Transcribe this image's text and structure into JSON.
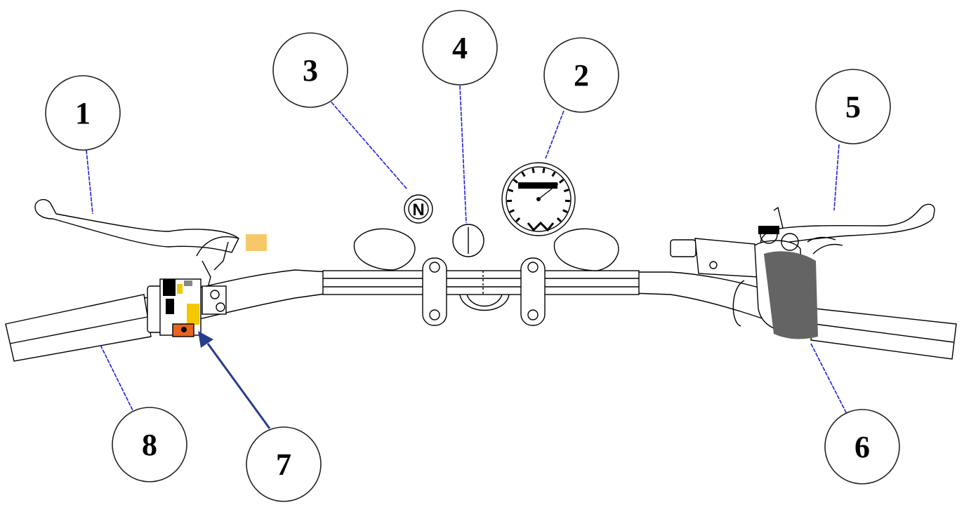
{
  "callouts": [
    {
      "id": "1",
      "label": "1"
    },
    {
      "id": "2",
      "label": "2"
    },
    {
      "id": "3",
      "label": "3"
    },
    {
      "id": "4",
      "label": "4"
    },
    {
      "id": "5",
      "label": "5"
    },
    {
      "id": "6",
      "label": "6"
    },
    {
      "id": "7",
      "label": "7"
    },
    {
      "id": "8",
      "label": "8"
    }
  ],
  "indicator": {
    "letter": "N"
  },
  "colors": {
    "leader_line": "#1e1edc",
    "arrow_7": "#283c8c",
    "switch_yellow": "#f5c800",
    "switch_orange": "#e8641e",
    "switch_amber": "#f7c86a",
    "throttle_grip": "#646464"
  }
}
